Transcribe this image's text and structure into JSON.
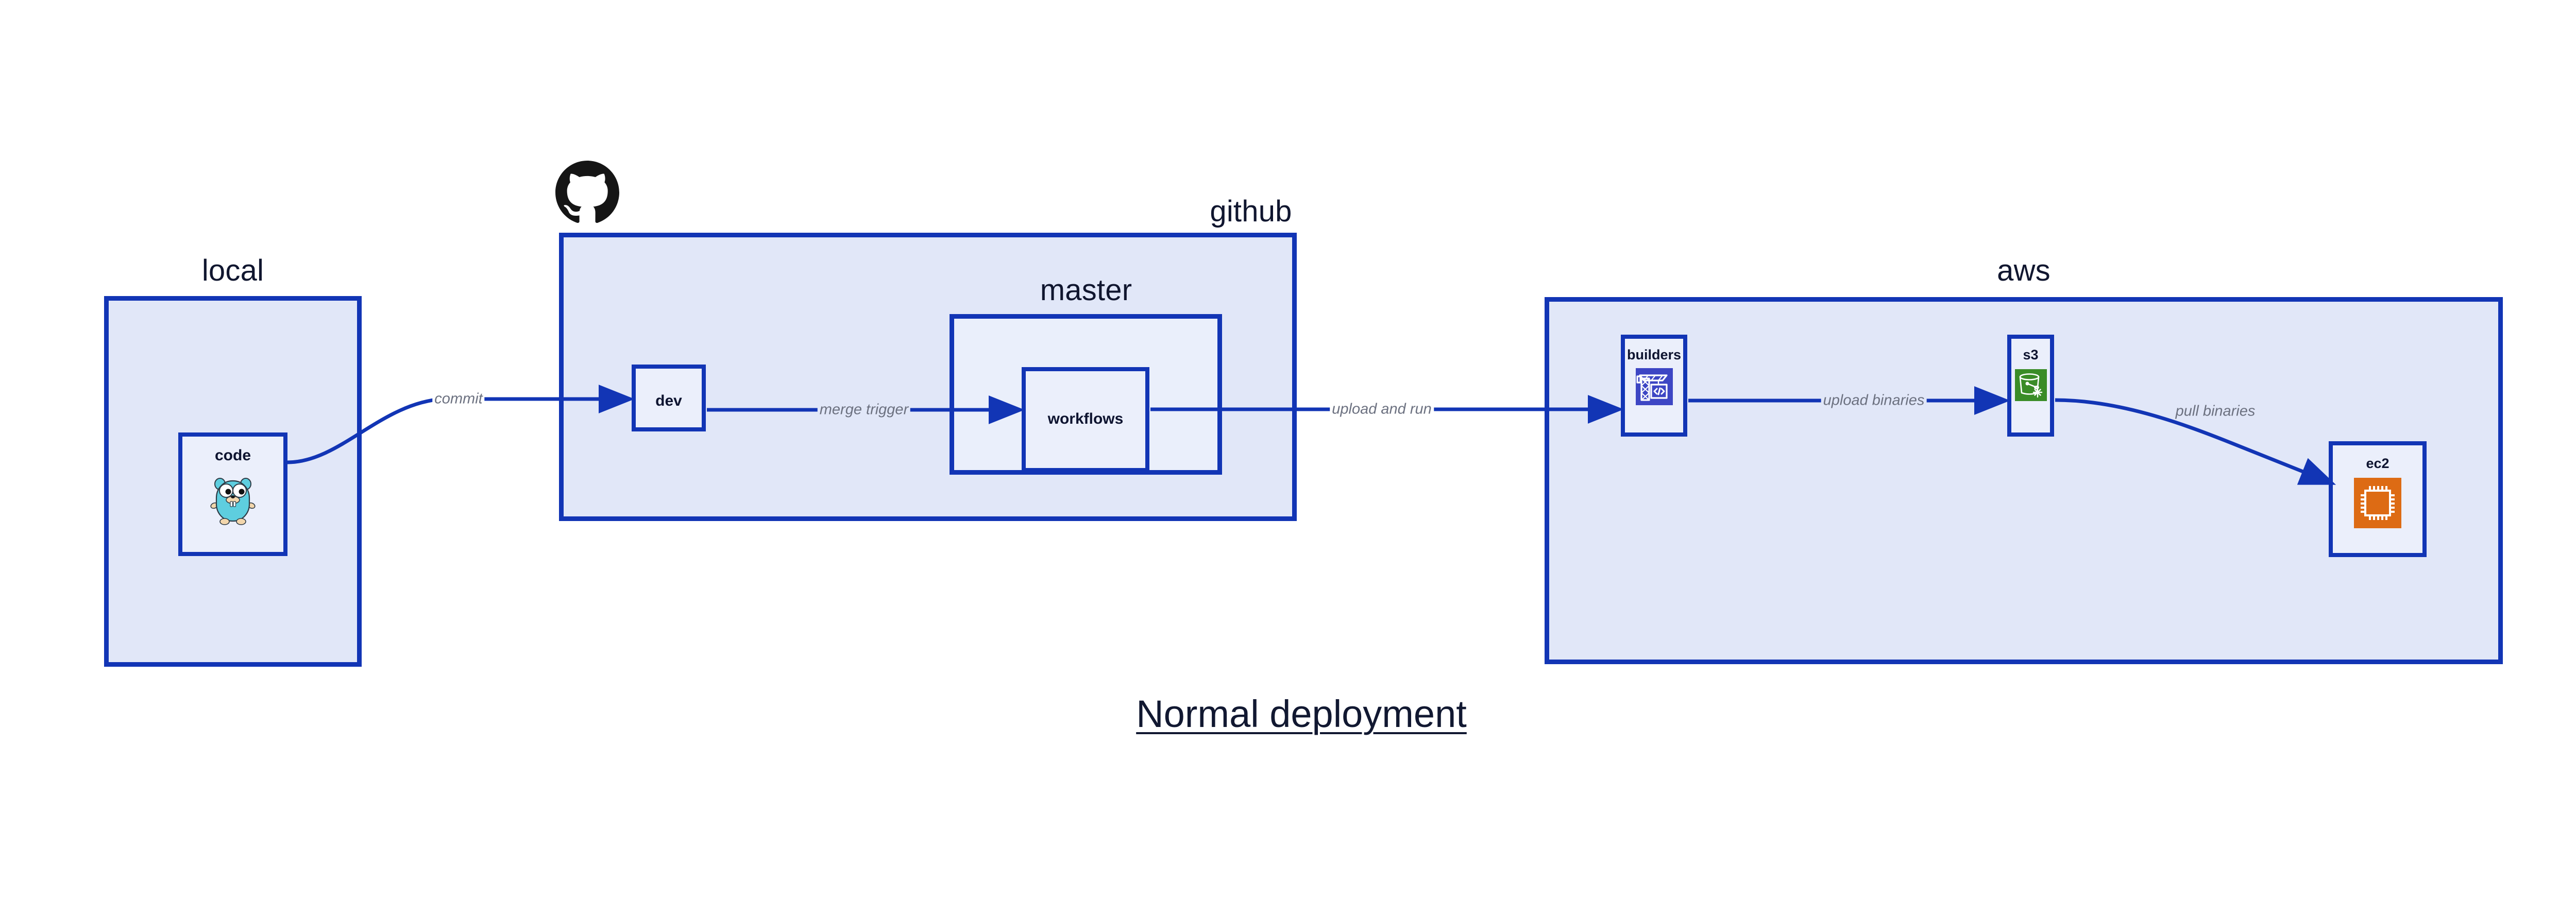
{
  "diagram": {
    "title": "Normal deployment",
    "accent_border": "#1235B5",
    "group_fill": "#E1E7F8",
    "subgroup_fill": "#EAEFFB",
    "node_fill": "#EBEFFB",
    "edge_label_color": "#6C7180",
    "title_color": "#111831"
  },
  "groups": {
    "local": {
      "label": "local"
    },
    "github": {
      "label": "github"
    },
    "master": {
      "label": "master"
    },
    "aws": {
      "label": "aws"
    }
  },
  "nodes": {
    "code": {
      "label": "code",
      "icon": "go-gopher-icon"
    },
    "dev": {
      "label": "dev",
      "icon": "none"
    },
    "workflows": {
      "label": "workflows",
      "icon": "none"
    },
    "builders": {
      "label": "builders",
      "icon": "crane-code-icon",
      "icon_bg": "#3D46C4"
    },
    "s3": {
      "label": "s3",
      "icon": "s3-bucket-icon",
      "icon_bg": "#3A8C27"
    },
    "ec2": {
      "label": "ec2",
      "icon": "cpu-chip-icon",
      "icon_bg": "#DD6B14"
    }
  },
  "edges": {
    "commit": {
      "label": "commit",
      "from": "code",
      "to": "dev"
    },
    "merge_trigger": {
      "label": "merge trigger",
      "from": "dev",
      "to": "workflows"
    },
    "upload_and_run": {
      "label": "upload and run",
      "from": "workflows",
      "to": "builders"
    },
    "upload_binaries": {
      "label": "upload binaries",
      "from": "builders",
      "to": "s3"
    },
    "pull_binaries": {
      "label": "pull binaries",
      "from": "s3",
      "to": "ec2"
    }
  },
  "logos": {
    "github_mark": "github-octocat-icon"
  }
}
